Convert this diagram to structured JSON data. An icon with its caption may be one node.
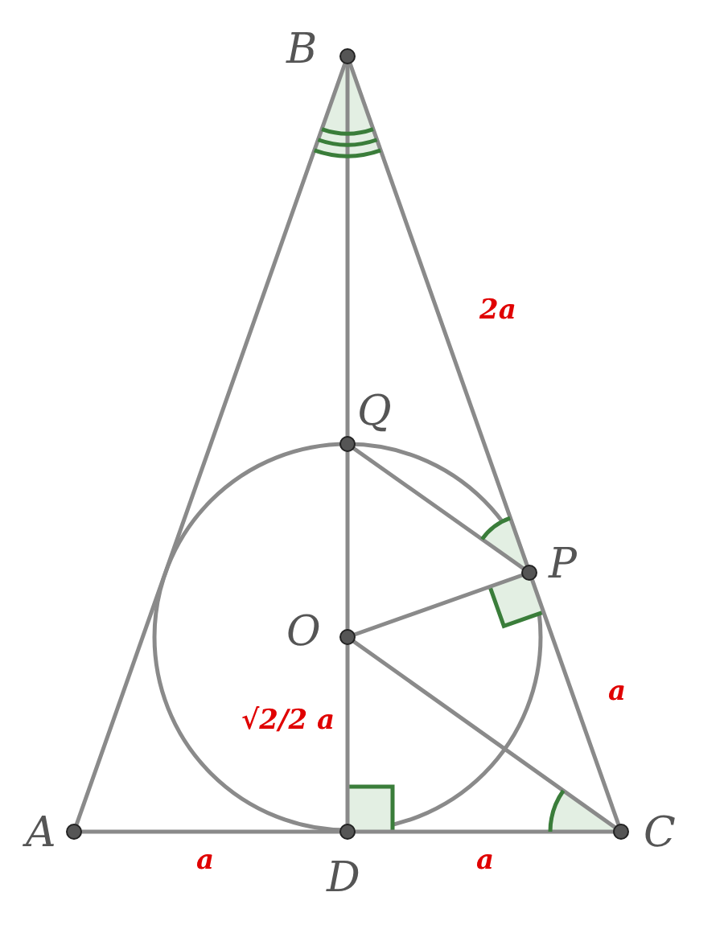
{
  "diagram": {
    "labels": [
      "B",
      "2a",
      "Q",
      "P",
      "O",
      "a",
      "√2/2 a",
      "A",
      "a",
      "D",
      "a",
      "C"
    ]
  }
}
